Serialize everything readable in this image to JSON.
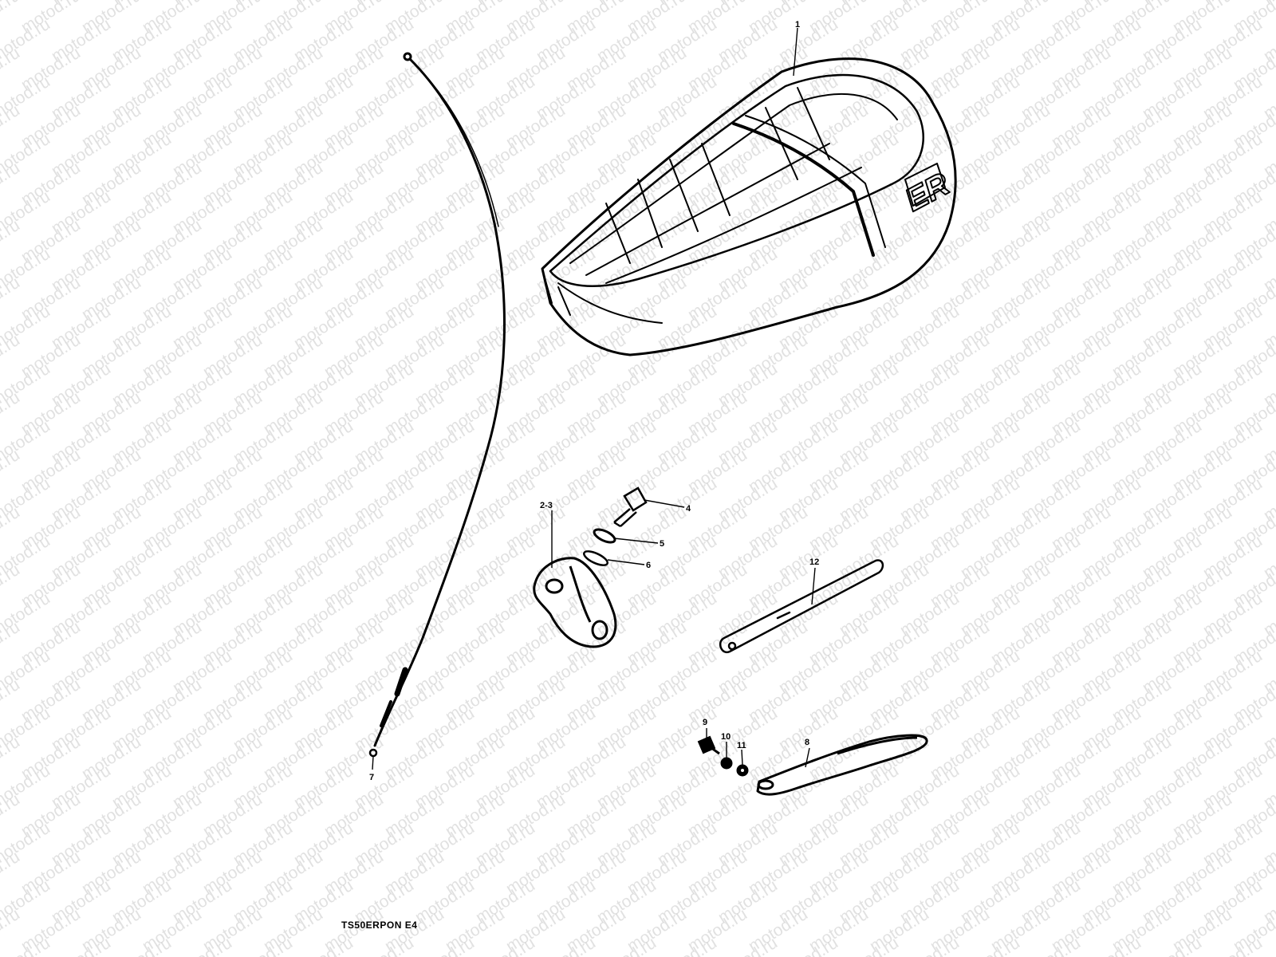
{
  "watermark": {
    "text": "motod.ru",
    "color": "#c8c8c8"
  },
  "diagram": {
    "caption": "TS50ERPON E4",
    "callouts": {
      "seat": "1",
      "bracket": "2-3",
      "bolt": "4",
      "lock_washer": "5",
      "washer": "6",
      "cable": "7",
      "tool_bag_strap": "8",
      "strap_bolt": "9",
      "strap_washer": "10",
      "strap_nut": "11",
      "rod": "12"
    },
    "seat_logo": "ER"
  },
  "colors": {
    "line": "#000000",
    "background": "#ffffff"
  }
}
